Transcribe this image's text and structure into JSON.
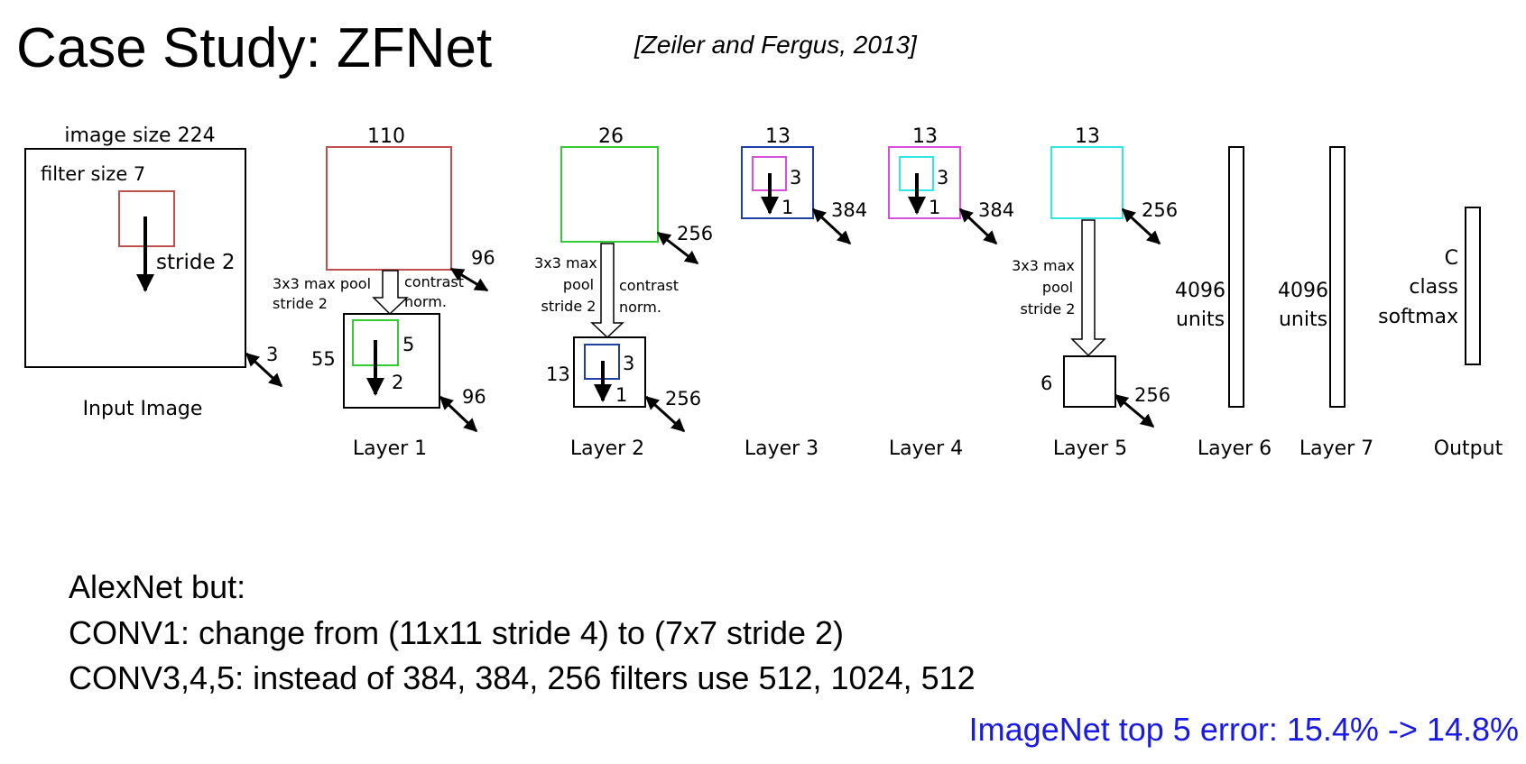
{
  "title": "Case Study: ZFNet",
  "citation": "[Zeiler and Fergus, 2013]",
  "diagram": {
    "input": {
      "size_label": "image size 224",
      "filter_label": "filter size 7",
      "stride_label": "stride 2",
      "depth": "3",
      "name": "Input Image"
    },
    "layer1": {
      "top_size": "110",
      "top_depth": "96",
      "pool_label_1": "3x3 max pool",
      "pool_label_2": "stride 2",
      "contrast_label_1": "contrast",
      "contrast_label_2": "norm.",
      "bottom_size": "55",
      "bottom_depth": "96",
      "filter_size": "5",
      "stride": "2",
      "name": "Layer 1"
    },
    "layer2": {
      "top_size": "26",
      "top_depth": "256",
      "pool_label_1": "3x3 max",
      "pool_label_2": "pool",
      "pool_label_3": "stride 2",
      "contrast_label_1": "contrast",
      "contrast_label_2": "norm.",
      "bottom_size": "13",
      "bottom_depth": "256",
      "filter_size": "3",
      "stride": "1",
      "name": "Layer 2"
    },
    "layer3": {
      "size": "13",
      "depth": "384",
      "filter_size": "3",
      "stride": "1",
      "name": "Layer 3"
    },
    "layer4": {
      "size": "13",
      "depth": "384",
      "filter_size": "3",
      "stride": "1",
      "name": "Layer 4"
    },
    "layer5": {
      "top_size": "13",
      "top_depth": "256",
      "pool_label_1": "3x3 max",
      "pool_label_2": "pool",
      "pool_label_3": "stride 2",
      "bottom_size": "6",
      "bottom_depth": "256",
      "name": "Layer 5"
    },
    "layer6": {
      "units_1": "4096",
      "units_2": "units",
      "name": "Layer 6"
    },
    "layer7": {
      "units_1": "4096",
      "units_2": "units",
      "name": "Layer 7"
    },
    "output": {
      "line_1": "C",
      "line_2": "class",
      "line_3": "softmax",
      "name": "Output"
    }
  },
  "body_lines": [
    "AlexNet but:",
    "CONV1: change from (11x11 stride 4) to (7x7 stride 2)",
    "CONV3,4,5: instead of 384, 384, 256 filters use 512, 1024, 512"
  ],
  "result": "ImageNet top 5 error: 15.4% -> 14.8%",
  "colors": {
    "red": "#c0504d",
    "green": "#33cc33",
    "blue": "#1f3fa8",
    "magenta": "#d94fd9",
    "cyan": "#33e6e6",
    "result_text": "#1a1ae6"
  }
}
